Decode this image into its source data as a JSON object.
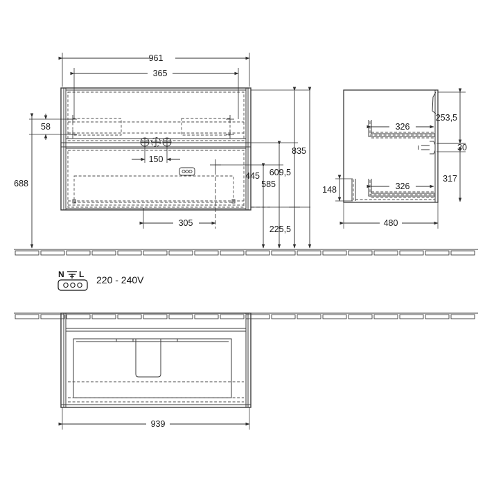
{
  "drawing": {
    "title": "Bathroom vanity unit technical drawing",
    "line_color": "#3a3a3a",
    "hidden_line_color": "#4a4a4a",
    "dim_line_color": "#2e2e2e",
    "text_color": "#1a1a1a",
    "background": "#ffffff"
  },
  "views": {
    "front": {
      "name": "front-elevation",
      "dimensions": {
        "overall_width": "961",
        "drawer_inner_width": "365",
        "top_offset": "58",
        "floor_height": "688",
        "tap_spacing": "150",
        "lower_drawer_offset": "305",
        "height_total": "835",
        "height_basin": "609,5",
        "height_mid": "585",
        "height_lower": "445",
        "height_bottom": "225,5"
      }
    },
    "side": {
      "name": "side-section",
      "dimensions": {
        "depth": "480",
        "upper_drawer_depth": "326",
        "lower_drawer_depth": "326",
        "upper_height": "253,5",
        "gap": "30",
        "lower_height": "317",
        "plinth_height": "148"
      }
    },
    "bottom": {
      "name": "bottom-view",
      "dimensions": {
        "width": "939"
      }
    }
  },
  "electrical": {
    "terminal_left": "N",
    "terminal_right": "L",
    "voltage": "220 - 240V",
    "socket_icon": "three-pin-socket-icon",
    "earth_icon": "earth-ground-icon"
  }
}
